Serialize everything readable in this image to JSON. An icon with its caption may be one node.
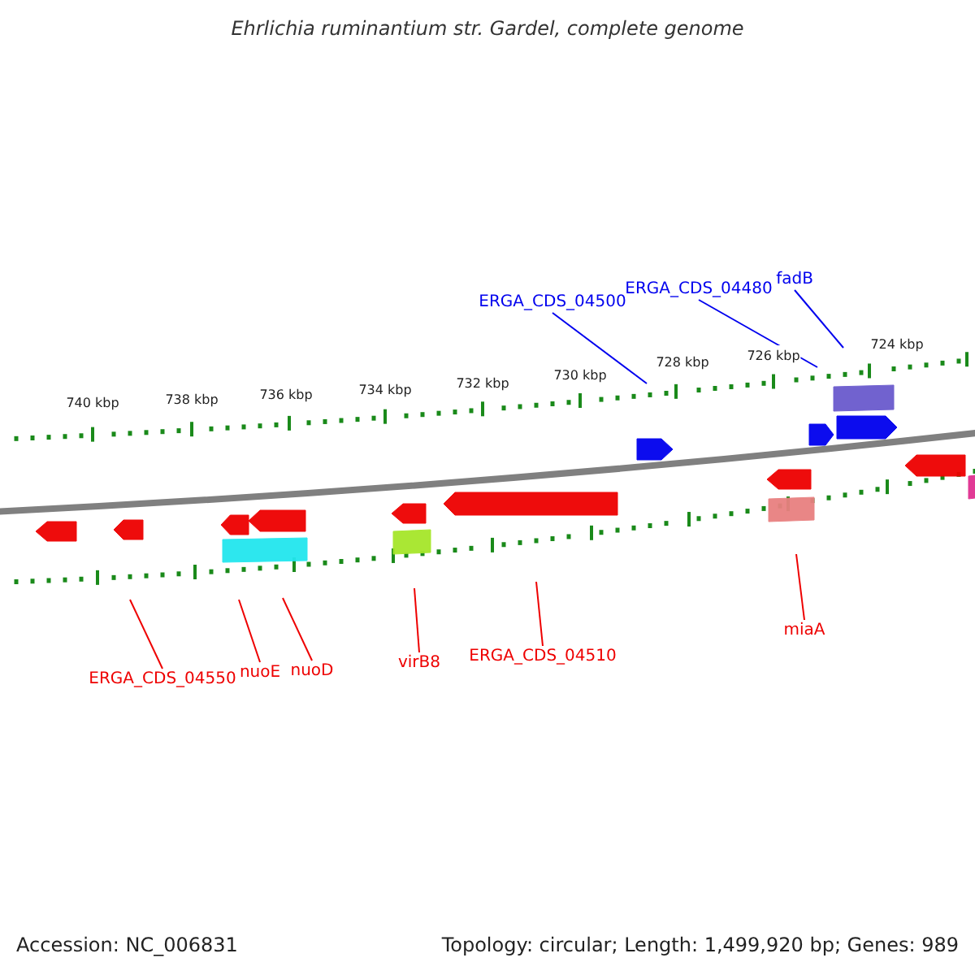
{
  "diagram": {
    "title": "Ehrlichia ruminantium str. Gardel, complete genome",
    "nodes": [
      {
        "text": [
          "ERGA_CDS_04500"
        ]
      },
      {
        "text": [
          "ERGA_CDS_04480"
        ]
      },
      {
        "text": [
          "fadB"
        ]
      },
      {
        "text": [
          "ERGA_CDS_04550"
        ]
      },
      {
        "text": [
          "nuoE"
        ]
      },
      {
        "text": [
          "nuoD"
        ]
      },
      {
        "text": [
          "virB8"
        ]
      },
      {
        "text": [
          "ERGA_CDS_04510"
        ]
      },
      {
        "text": [
          "miaA"
        ]
      }
    ],
    "edges": [
      {
        "from": 0,
        "to": null,
        "arrow": "none",
        "color": "#0000ee"
      },
      {
        "from": 1,
        "to": null,
        "arrow": "none",
        "color": "#0000ee"
      },
      {
        "from": 2,
        "to": null,
        "arrow": "none",
        "color": "#0000ee"
      },
      {
        "from": 3,
        "to": null,
        "arrow": "none"
      },
      {
        "from": 4,
        "to": null,
        "arrow": "none"
      },
      {
        "from": 5,
        "to": null,
        "arrow": "none"
      },
      {
        "from": 6,
        "to": null,
        "arrow": "none"
      },
      {
        "from": 7,
        "to": null,
        "arrow": "none"
      },
      {
        "from": 8,
        "to": null,
        "arrow": "none"
      }
    ],
    "labels": [
      "740 kbp",
      "738 kbp",
      "736 kbp",
      "734 kbp",
      "732 kbp",
      "730 kbp",
      "728 kbp",
      "726 kbp",
      "724 kbp",
      "Accession: NC_006831",
      "Topology: circular; Length: 1,499,920 bp; Genes: 989"
    ]
  }
}
